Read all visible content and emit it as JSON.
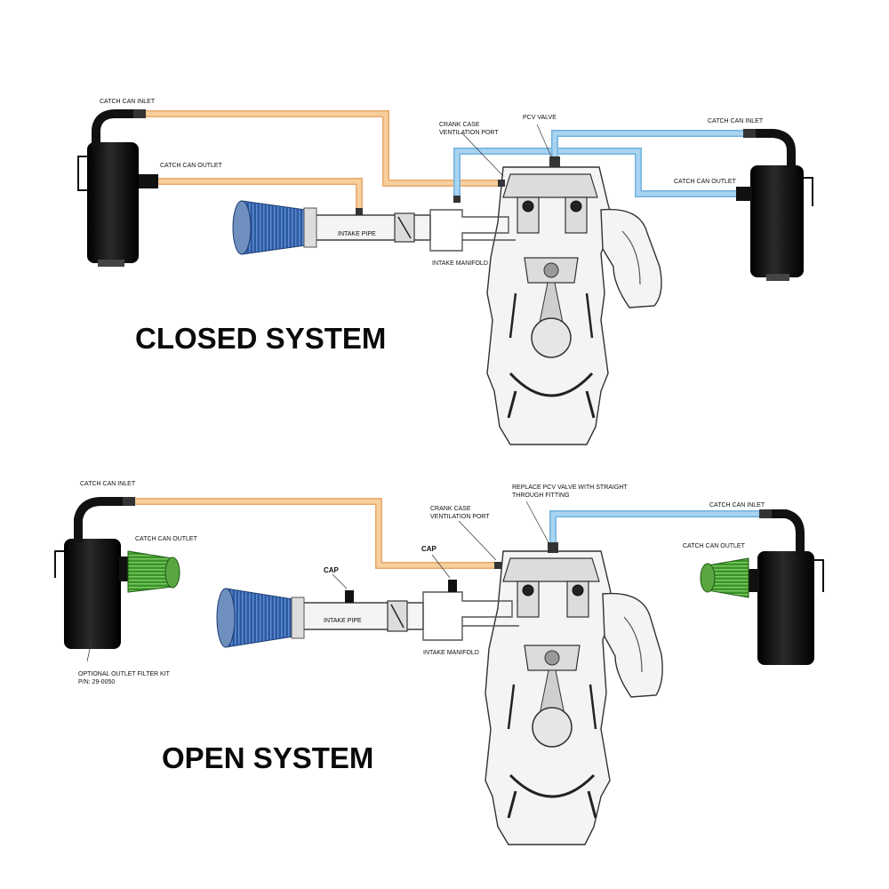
{
  "colors": {
    "hose_orange": "#f6cf9c",
    "hose_orange_edge": "#e8a86a",
    "hose_blue": "#a9d3f0",
    "hose_blue_edge": "#6fb3e0",
    "filter_blue": "#2f5fa8",
    "filter_green": "#3e9a2e",
    "can_black": "#111111"
  },
  "closed": {
    "title": "CLOSED SYSTEM",
    "left_inlet": "CATCH CAN INLET",
    "left_outlet": "CATCH CAN OUTLET",
    "crank_port_line1": "CRANK CASE",
    "crank_port_line2": "VENTILATION PORT",
    "pcv_valve": "PCV VALVE",
    "right_inlet": "CATCH CAN INLET",
    "right_outlet": "CATCH CAN OUTLET",
    "intake_pipe": "INTAKE PIPE",
    "intake_manifold": "INTAKE MANIFOLD"
  },
  "open": {
    "title": "OPEN SYSTEM",
    "left_inlet": "CATCH CAN INLET",
    "left_outlet": "CATCH CAN OUTLET",
    "crank_port_line1": "CRANK CASE",
    "crank_port_line2": "VENTILATION PORT",
    "replace_pcv_line1": "REPLACE PCV VALVE WITH STRAIGHT",
    "replace_pcv_line2": "THROUGH FITTING",
    "cap_left": "CAP",
    "cap_right": "CAP",
    "right_inlet": "CATCH CAN INLET",
    "right_outlet": "CATCH CAN OUTLET",
    "intake_pipe": "INTAKE PIPE",
    "intake_manifold": "INTAKE MANIFOLD",
    "filter_kit_line1": "OPTIONAL OUTLET FILTER KIT",
    "filter_kit_line2": "P/N: 29-0050"
  }
}
